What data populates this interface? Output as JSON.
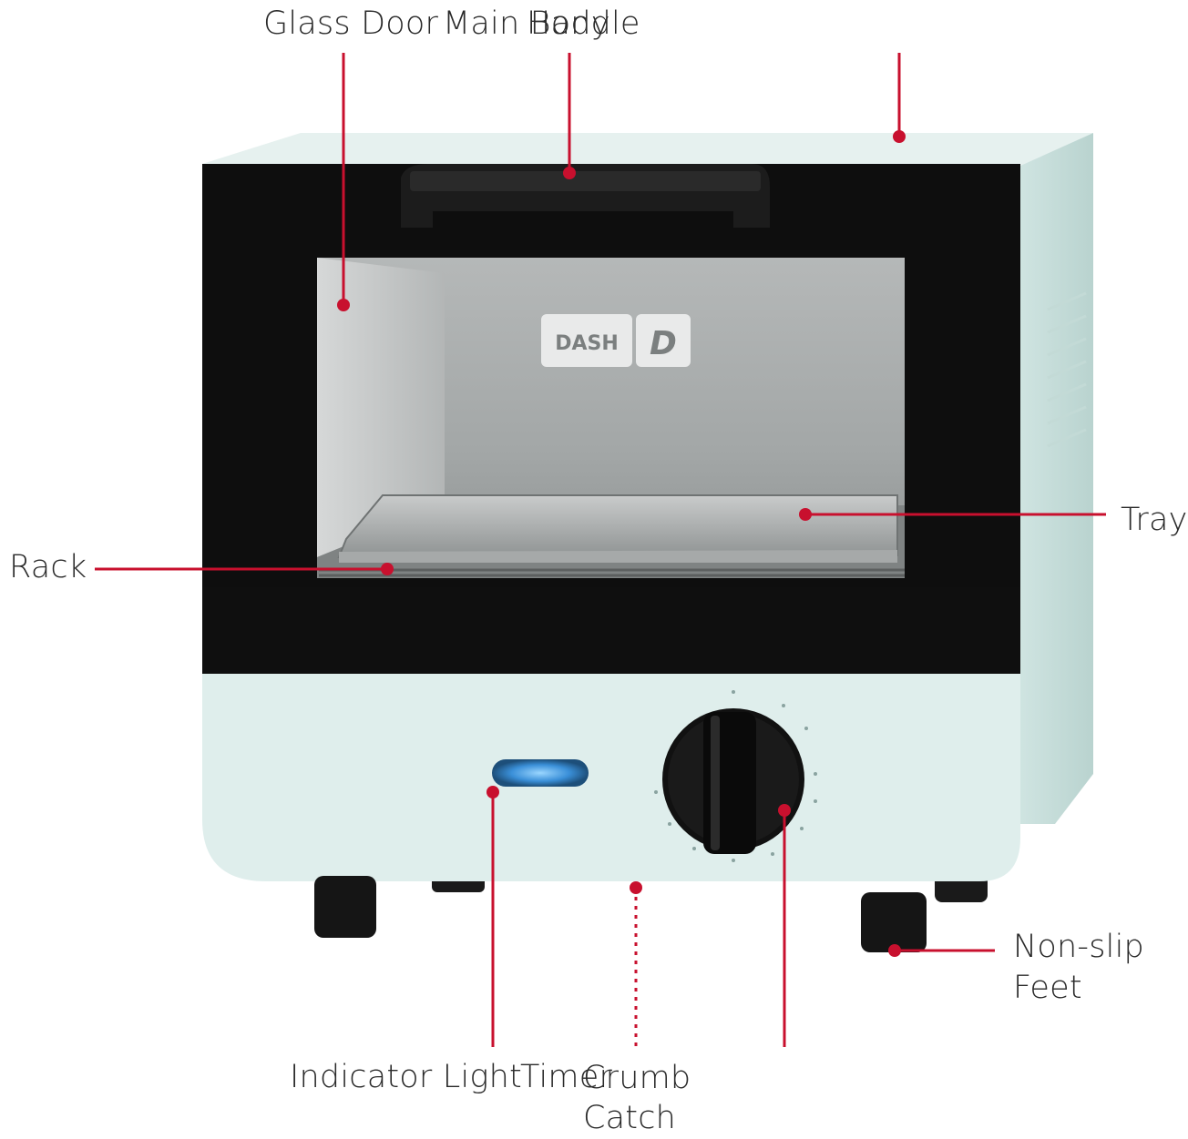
{
  "labels": {
    "glass_door": "Glass Door",
    "main_body": "Main Body",
    "handle": "Handle",
    "rack": "Rack",
    "tray": "Tray",
    "non_slip_feet": [
      "Non-slip",
      "Feet"
    ],
    "indicator_light": "Indicator Light",
    "timer": "Timer",
    "crumb_catch": [
      "Crumb",
      "Catch"
    ]
  },
  "product": {
    "brand": "DASH",
    "logo_mark": "D"
  },
  "colors": {
    "callout_line": "#c8102e",
    "body": "#dfeeec",
    "body_shadow": "#c4dcd8",
    "door_frame": "#0e0e0e",
    "knob": "#111111",
    "indicator": "#3aa0ff"
  },
  "icons": [
    "oven-illustration",
    "dash-logo",
    "timer-knob-icon",
    "indicator-light-icon"
  ]
}
